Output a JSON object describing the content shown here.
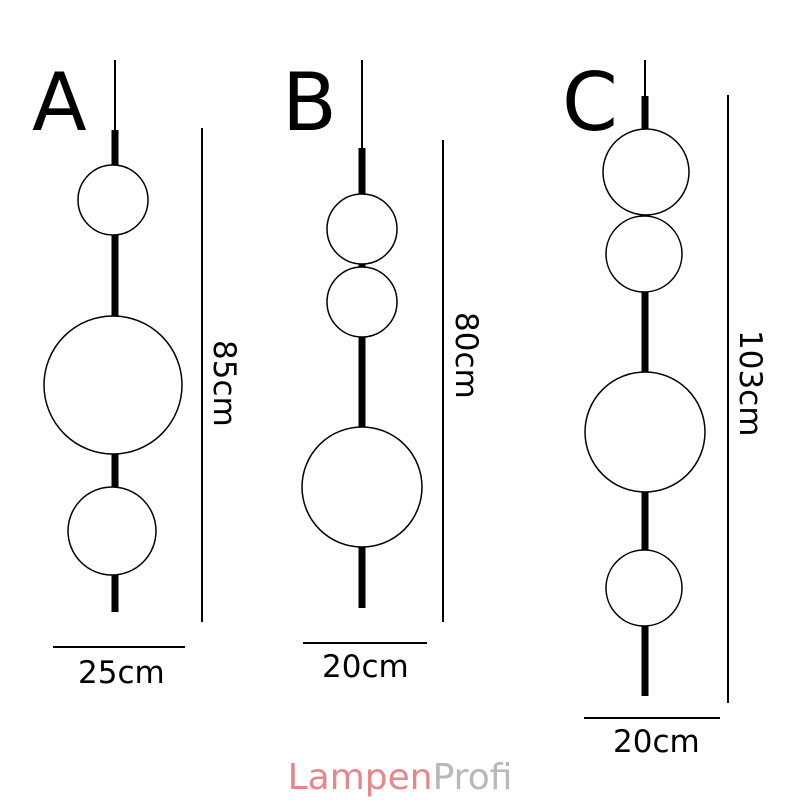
{
  "variants": [
    {
      "label": "A",
      "height": "85cm",
      "width": "25cm"
    },
    {
      "label": "B",
      "height": "80cm",
      "width": "20cm"
    },
    {
      "label": "C",
      "height": "103cm",
      "width": "20cm"
    }
  ],
  "brand": {
    "part1": "Lampen",
    "part2": "Profi",
    "color1": "#e8878a",
    "color2": "#b8b8b8"
  },
  "colors": {
    "ink": "#000000",
    "globe_fill": "#ffffff"
  }
}
